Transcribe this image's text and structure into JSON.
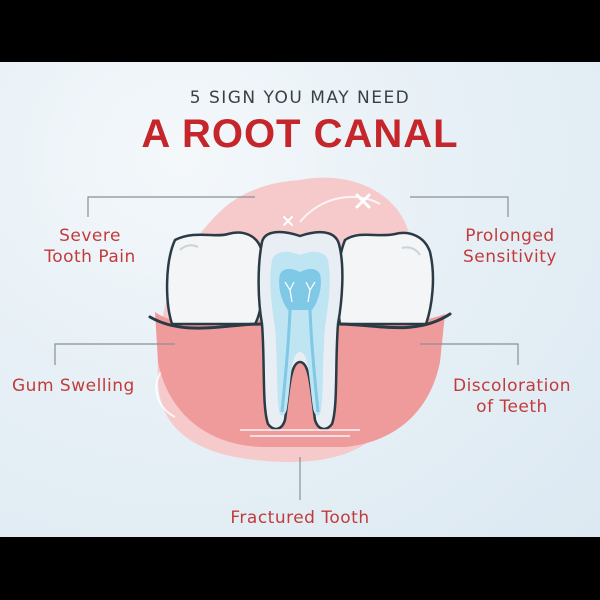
{
  "header": {
    "subtitle": "5 SIGN YOU MAY NEED",
    "title": "A ROOT CANAL"
  },
  "signs": [
    {
      "line1": "Severe",
      "line2": "Tooth Pain"
    },
    {
      "line1": "Prolonged",
      "line2": "Sensitivity"
    },
    {
      "line1": "Gum Swelling"
    },
    {
      "line1": "Discoloration",
      "line2": "of Teeth"
    },
    {
      "line1": "Fractured Tooth"
    }
  ],
  "colors": {
    "title_red": "#c5262c",
    "label_red": "#c23b3b",
    "gum_pink": "#ef9b9b",
    "pulp_blue": "#7fc8e6"
  }
}
